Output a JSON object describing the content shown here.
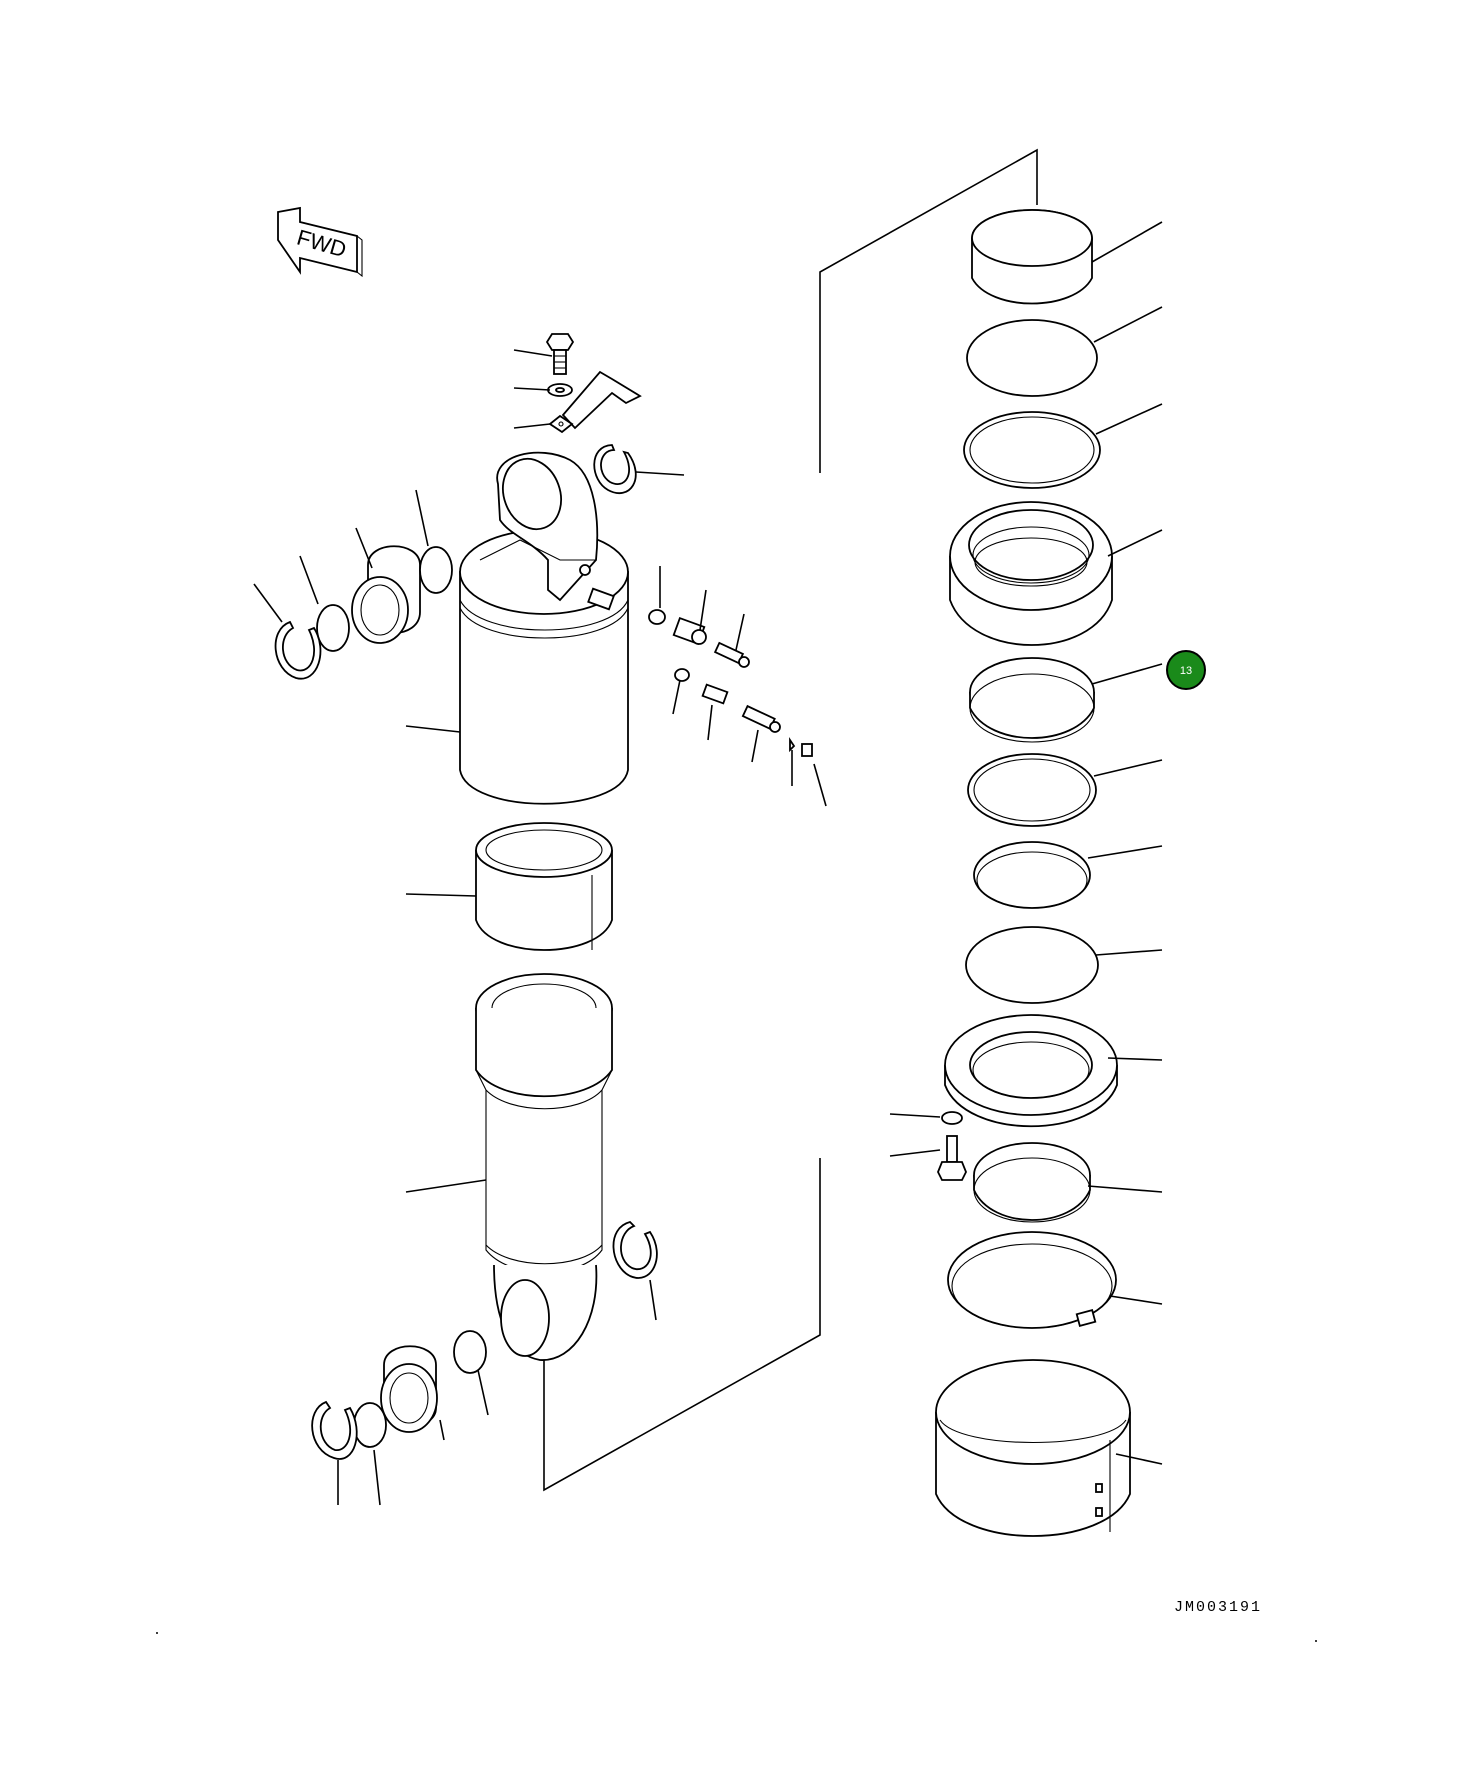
{
  "fwd_label": "FWD",
  "drawing_code": "JM003191",
  "callout": {
    "number": "13",
    "color": "#1a8a1a"
  }
}
